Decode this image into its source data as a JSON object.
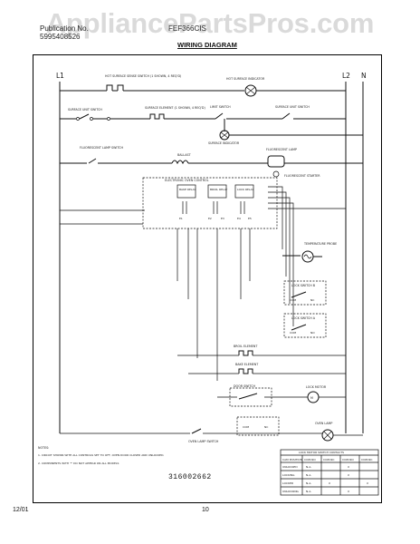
{
  "watermark": "AppliancePartsPros.com",
  "header": {
    "pub_line1": "Publication No.",
    "pub_line2": "5995408526",
    "model_line1": "FEF366CIS",
    "title": "WIRING DIAGRAM"
  },
  "lines": {
    "l1": "L1",
    "l2": "L2",
    "n": "N"
  },
  "components": {
    "hot_sensor": "HOT SURFACE SENSE SWITCH (1 SHOWN, 4 REQ'D)",
    "hot_indicator": "HOT SURFACE INDICATOR",
    "surface_unit_switch": "SURFACE UNIT SWITCH",
    "surface_element": "SURFACE ELEMENT (1 SHOWN, 4 REQ'D)",
    "limit_switch": "LIMIT SWITCH",
    "surface_unit_switch2": "SURFACE UNIT SWITCH",
    "surface_indicator": "SURFACE INDICATOR",
    "fluor_lamp_switch": "FLUORESCENT LAMP SWITCH",
    "ballast": "BALLAST",
    "fluor_lamp": "FLUORESCENT LAMP",
    "fluor_starter": "FLUORESCENT STARTER",
    "eoc": "ELECTRONIC OVEN CONTROL",
    "bake_relay": "BAKE RELAY",
    "broil_relay": "BROIL RELAY",
    "lock_relay": "LOCK RELAY",
    "temp_probe": "TEMPERATURE PROBE",
    "lock_switch_b": "LOCK SWITCH B",
    "lock_switch_a": "LOCK SWITCH A",
    "broil_element": "BROIL ELEMENT",
    "bake_element": "BAKE ELEMENT",
    "door_switch": "DOOR SWITCH",
    "lock_motor": "LOCK MOTOR",
    "oven_lamp_switch": "OVEN LAMP SWITCH",
    "oven_lamp": "OVEN LAMP",
    "com": "COM",
    "nc": "NC",
    "no": "NO",
    "pins": [
      "E1",
      "E2",
      "E3",
      "E4",
      "E5"
    ]
  },
  "notes": {
    "heading": "NOTES:",
    "n1": "1. CIRCUIT SHOWN WITH ALL CONTROLS SET TO OFF, OVEN DOOR CLOSED AND UNLOCKED.",
    "n2": "2. COMPONENTS WITH '*' DO NOT APPEAR ON ALL MODELS"
  },
  "table": {
    "title": "LOCK MOTOR SWITCH CONTACTS",
    "headers": [
      "CAM POSITION",
      "COM-NO",
      "COM-NC",
      "COM-NO",
      "COM-NC"
    ],
    "rows": [
      [
        "UNLOCKED",
        "N.A.",
        "",
        "X",
        ""
      ],
      [
        "LOCKING",
        "N.A.",
        "",
        "X",
        ""
      ],
      [
        "LOCKED",
        "N.A.",
        "X",
        "",
        "X"
      ],
      [
        "UNLOCKING",
        "N.A.",
        "",
        "X",
        ""
      ]
    ]
  },
  "part_number": "316002662",
  "footer": {
    "date": "12/01",
    "page": "10"
  }
}
